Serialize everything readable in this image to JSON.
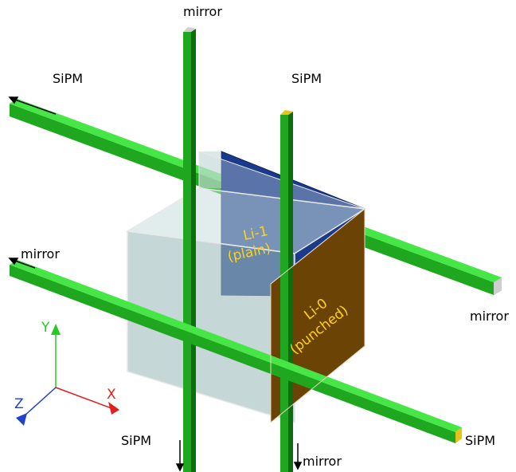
{
  "labels": {
    "top_mirror": "mirror",
    "top_left_sipm": "SiPM",
    "top_right_sipm": "SiPM",
    "left_mirror": "mirror",
    "right_mirror": "mirror",
    "bottom_sipm_left": "SiPM",
    "bottom_mirror": "mirror",
    "bottom_right_sipm": "SiPM"
  },
  "plates": {
    "back": {
      "line1": "Li-1",
      "line2": "(plain)",
      "color": "#1a3a8c"
    },
    "front": {
      "line1": "Li-0",
      "line2": "(punched)",
      "color": "#6b4405"
    }
  },
  "axes": {
    "x": {
      "label": "X",
      "color": "#e02020"
    },
    "y": {
      "label": "Y",
      "color": "#22cc22"
    },
    "z": {
      "label": "Z",
      "color": "#2040d0"
    }
  },
  "colors": {
    "bar": "#1fa81f",
    "bar_light": "#47e647",
    "bar_dark": "#0d6e0d",
    "sipm_cap": "#e6c21a",
    "mirror_cap": "#bfbfbf"
  }
}
